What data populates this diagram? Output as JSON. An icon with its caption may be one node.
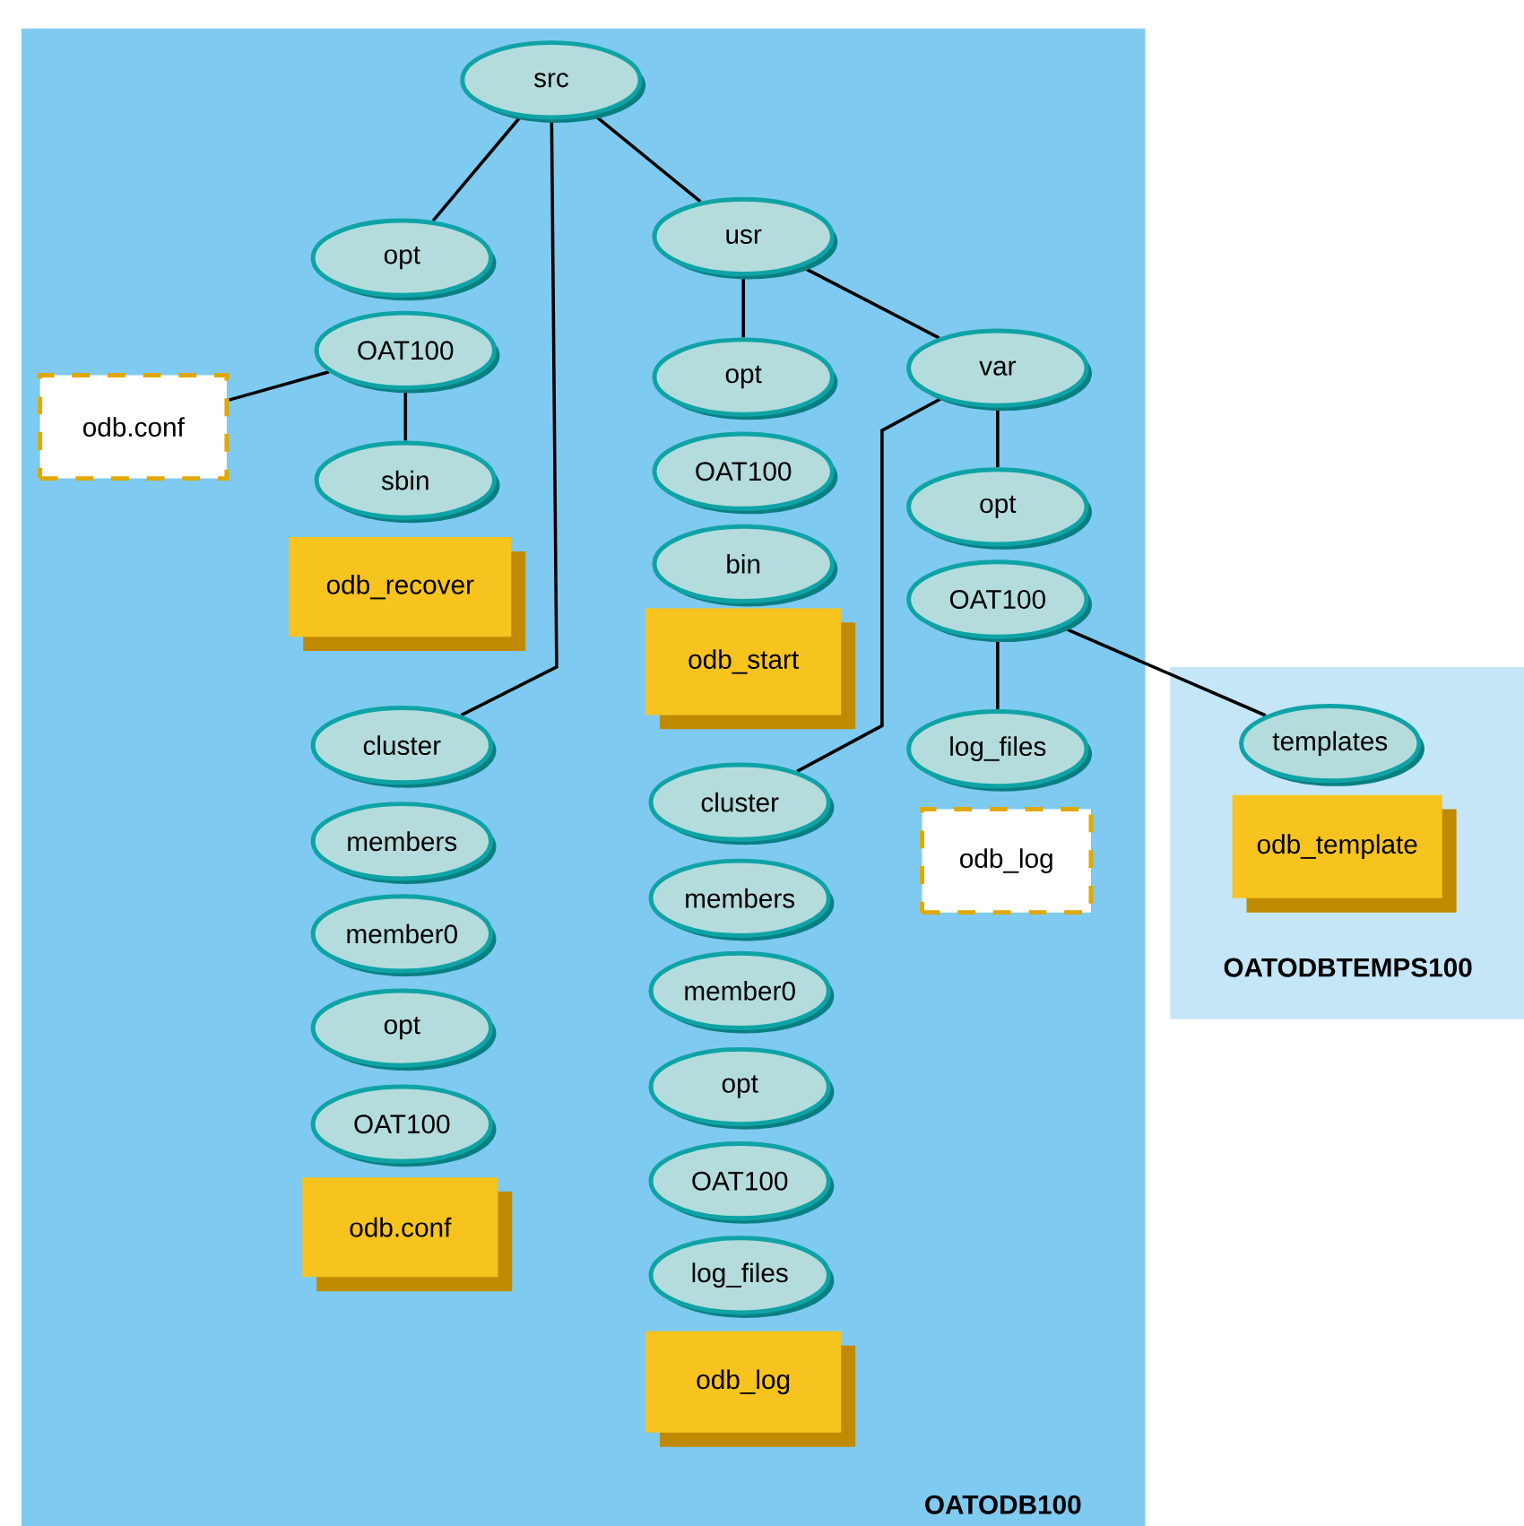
{
  "diagram": {
    "nodes": [
      {
        "text": [
          "OATODB100"
        ]
      },
      {
        "text": [
          "src"
        ],
        "in": 0
      },
      {
        "text": [
          "opt"
        ],
        "in": 0
      },
      {
        "text": [
          "usr"
        ],
        "in": 0
      },
      {
        "text": [
          "OAT100"
        ],
        "in": 0
      },
      {
        "text": [
          "odb.conf"
        ],
        "in": 0
      },
      {
        "text": [
          "var"
        ],
        "in": 0
      },
      {
        "text": [
          "opt"
        ],
        "in": 0
      },
      {
        "text": [
          "sbin"
        ],
        "in": 0
      },
      {
        "text": [
          "OAT100"
        ],
        "in": 0
      },
      {
        "text": [
          "opt"
        ],
        "in": 0
      },
      {
        "text": [
          "odb_recover"
        ],
        "in": 0
      },
      {
        "text": [
          "bin"
        ],
        "in": 0
      },
      {
        "text": [
          "OAT100"
        ],
        "in": 0
      },
      {
        "text": [
          "odb_start"
        ],
        "in": 0
      },
      {
        "text": [
          "cluster"
        ],
        "in": 0
      },
      {
        "text": [
          "log_files"
        ],
        "in": 0
      },
      {
        "text": [
          "cluster"
        ],
        "in": 0
      },
      {
        "text": [
          "odb_log"
        ],
        "in": 0
      },
      {
        "text": [
          "members"
        ],
        "in": 0
      },
      {
        "text": [
          "members"
        ],
        "in": 0
      },
      {
        "text": [
          "member0"
        ],
        "in": 0
      },
      {
        "text": [
          "member0"
        ],
        "in": 0
      },
      {
        "text": [
          "opt"
        ],
        "in": 0
      },
      {
        "text": [
          "opt"
        ],
        "in": 0
      },
      {
        "text": [
          "OAT100"
        ],
        "in": 0
      },
      {
        "text": [
          "OAT100"
        ],
        "in": 0
      },
      {
        "text": [
          "odb.conf"
        ],
        "in": 0
      },
      {
        "text": [
          "log_files"
        ],
        "in": 0
      },
      {
        "text": [
          "odb_log"
        ],
        "in": 0
      },
      {
        "text": [
          "OATODBTEMPS100"
        ]
      },
      {
        "text": [
          "templates"
        ],
        "in": 30
      },
      {
        "text": [
          "odb_template"
        ],
        "in": 30
      }
    ],
    "edges": [
      {
        "from": 1,
        "to": 2,
        "arrow": "none"
      },
      {
        "from": 1,
        "to": 15,
        "arrow": "none"
      },
      {
        "from": 1,
        "to": 3,
        "arrow": "none"
      },
      {
        "from": 4,
        "to": 5,
        "arrow": "none"
      },
      {
        "from": 4,
        "to": 8,
        "arrow": "none"
      },
      {
        "from": 3,
        "to": 7,
        "arrow": "none"
      },
      {
        "from": 3,
        "to": 6,
        "arrow": "none"
      },
      {
        "from": 6,
        "to": 17,
        "arrow": "none"
      },
      {
        "from": 6,
        "to": 10,
        "arrow": "none"
      },
      {
        "from": 13,
        "to": 16,
        "arrow": "none"
      },
      {
        "from": 13,
        "to": 31,
        "arrow": "none"
      }
    ]
  }
}
